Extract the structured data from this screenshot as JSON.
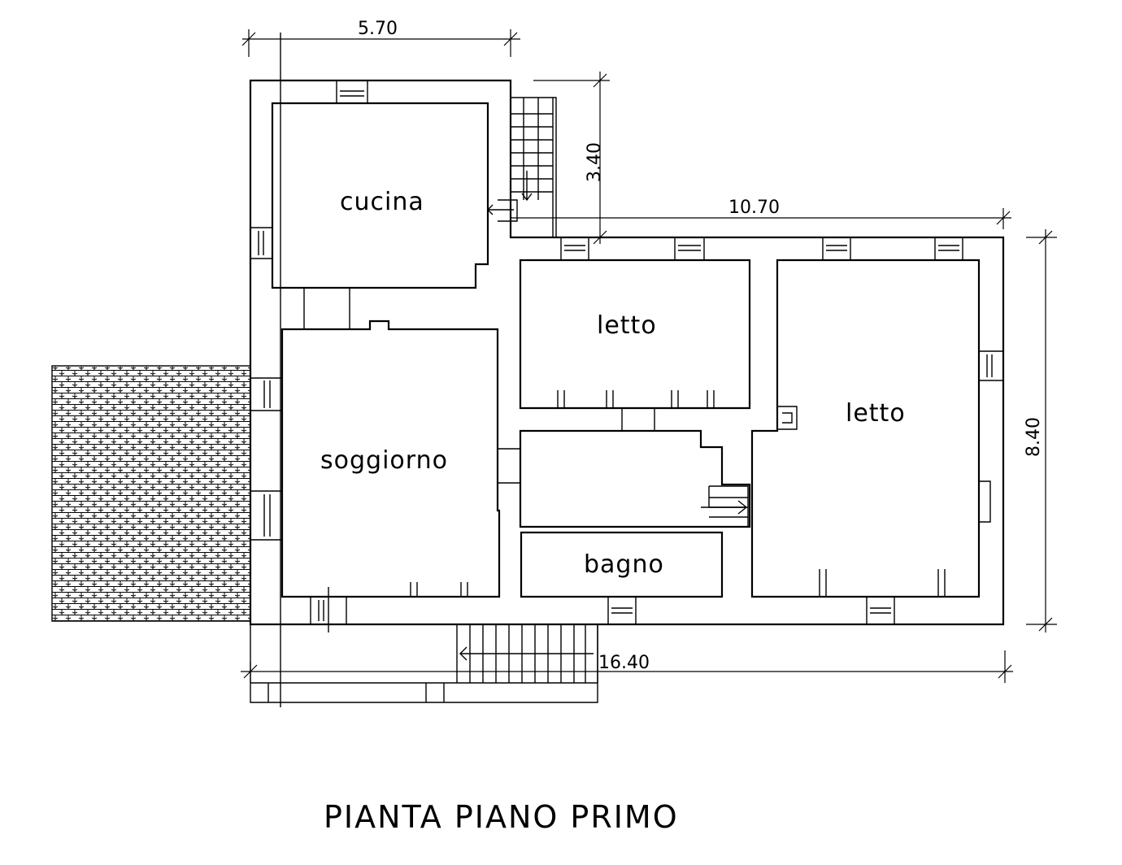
{
  "title": "PIANTA PIANO PRIMO",
  "rooms": {
    "cucina": "cucina",
    "soggiorno": "soggiorno",
    "letto_1": "letto",
    "letto_2": "letto",
    "bagno": "bagno"
  },
  "dimensions": {
    "top_width": "5.70",
    "kitchen_height": "3.40",
    "wing_width": "10.70",
    "wing_height": "8.40",
    "total_width": "16.40"
  }
}
